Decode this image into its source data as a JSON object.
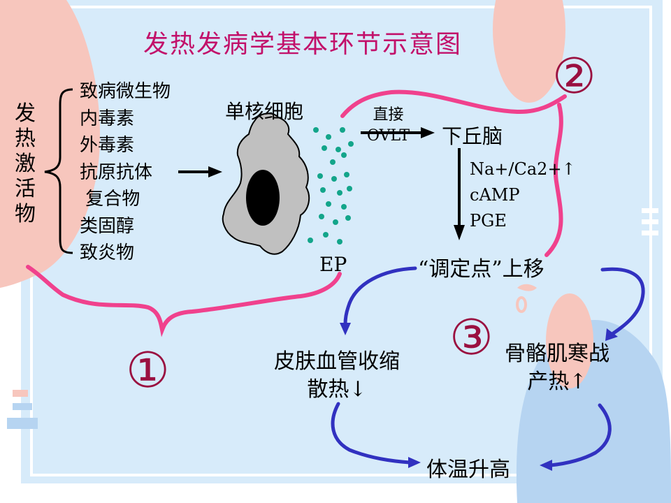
{
  "title": "发热发病学基本环节示意图",
  "activators_label": "发热激活物",
  "activators": [
    "致病微生物",
    "内毒素",
    "外毒素",
    "抗原抗体",
    " 复合物",
    "类固醇",
    "致炎物"
  ],
  "monocyte_label": "单核细胞",
  "ep_label": "EP",
  "direct_label_1": "直接",
  "direct_label_2": "OVLT",
  "hypothalamus_label": "下丘脑",
  "mediators": [
    "Na+/Ca2+↑",
    "cAMP",
    "PGE"
  ],
  "setpoint_label": "“调定点”上移",
  "skin_label_1": "皮肤血管收缩",
  "skin_label_2": "散热↓",
  "muscle_label_1": "骨骼肌寒战",
  "muscle_label_2": "产热↑",
  "result_label": "体温升高",
  "step_numbers": [
    "①",
    "②",
    "③"
  ],
  "colors": {
    "background": "#ffffff",
    "frame_blue": "#d7ebfa",
    "salmon": "#f7c6bd",
    "light_blue": "#b6d4f1",
    "magenta_line": "#f0418d",
    "blue_arrow": "#3131c0",
    "number_red": "#9a1040",
    "teal_dots": "#13a58a",
    "cell_gray": "#c0c0c0"
  }
}
